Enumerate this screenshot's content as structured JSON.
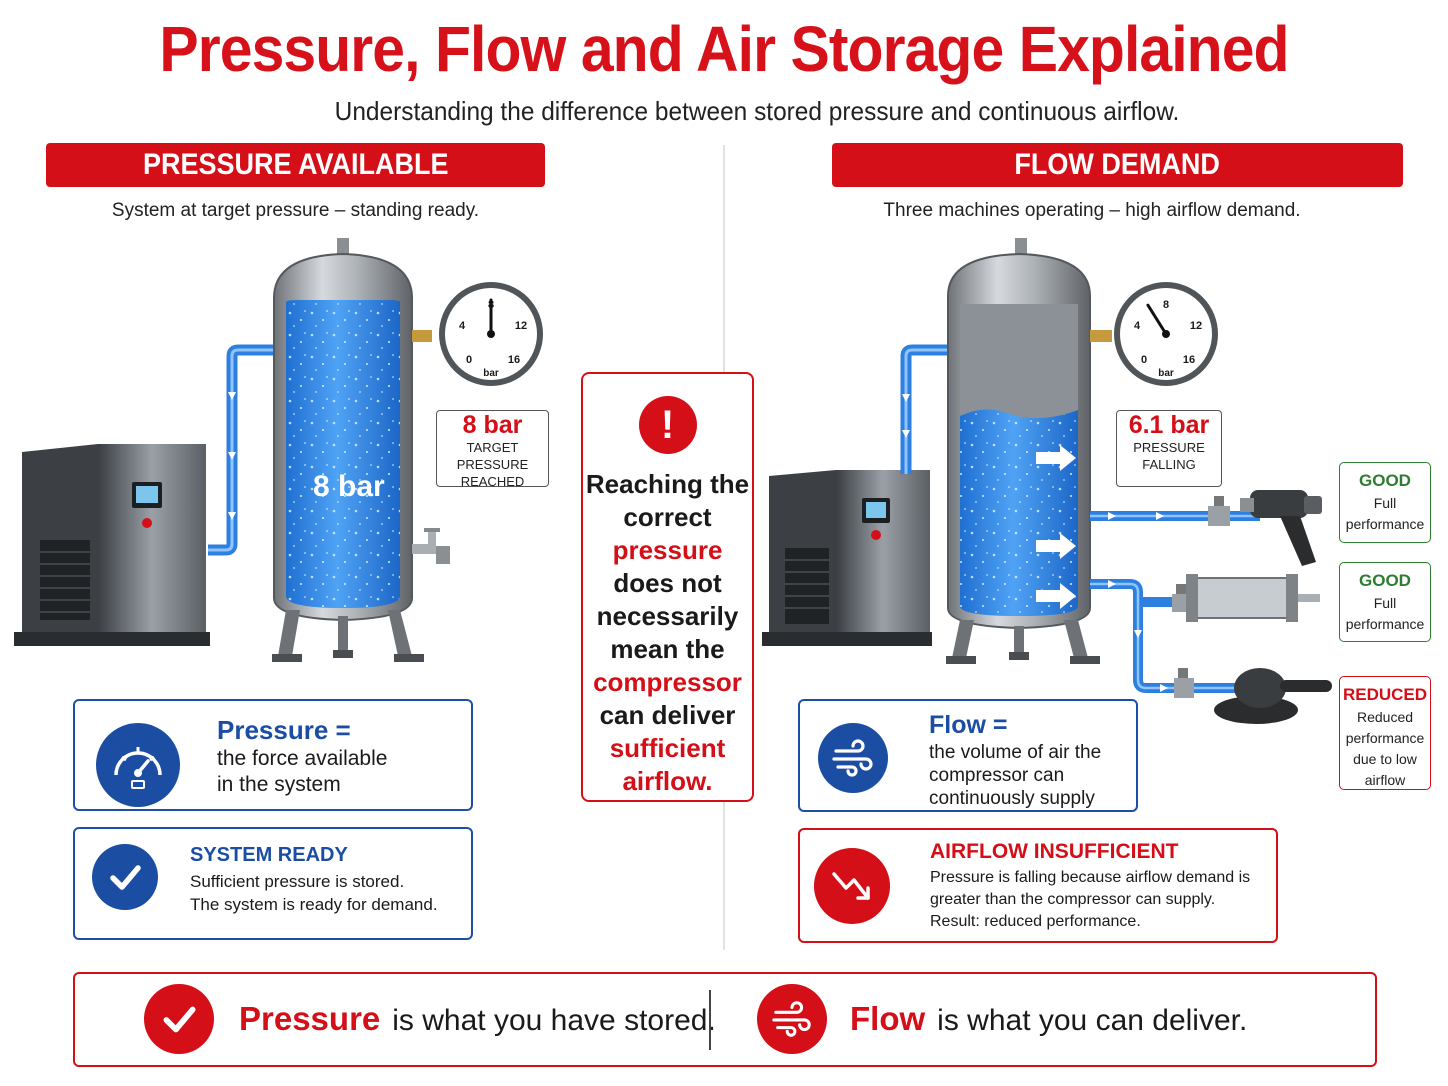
{
  "header": {
    "title": "Pressure, Flow and Air Storage Explained",
    "subtitle": "Understanding the difference between stored pressure and continuous airflow."
  },
  "left": {
    "banner": "PRESSURE AVAILABLE",
    "caption": "System at target pressure – standing ready.",
    "tank_label": "8 bar",
    "gauge": {
      "ticks": [
        "0",
        "4",
        "8",
        "12",
        "16"
      ],
      "unit": "bar",
      "reading": 8
    },
    "tag_value": "8 bar",
    "tag_line1": "TARGET PRESSURE",
    "tag_line2": "REACHED",
    "info1": {
      "title": "Pressure =",
      "line1": "the force available",
      "line2": "in the system"
    },
    "info2": {
      "title": "SYSTEM READY",
      "line1": "Sufficient pressure is stored.",
      "line2": "The system is ready for demand."
    }
  },
  "middle": {
    "line1": "Reaching the",
    "line2": "correct",
    "line3": "pressure",
    "line4": "does not",
    "line5": "necessarily",
    "line6": "mean the",
    "line7": "compressor",
    "line8": "can deliver",
    "line9": "sufficient",
    "line10": "airflow."
  },
  "right": {
    "banner": "FLOW DEMAND",
    "caption": "Three machines operating – high airflow demand.",
    "gauge": {
      "ticks": [
        "0",
        "4",
        "8",
        "12",
        "16"
      ],
      "unit": "bar",
      "reading": 6.1
    },
    "tag_value": "6.1 bar",
    "tag_line1": "PRESSURE",
    "tag_line2": "FALLING",
    "machines": [
      {
        "status": "GOOD",
        "line1": "Full",
        "line2": "performance",
        "line3": "",
        "line4": ""
      },
      {
        "status": "GOOD",
        "line1": "Full",
        "line2": "performance",
        "line3": "",
        "line4": ""
      },
      {
        "status": "REDUCED",
        "line1": "Reduced",
        "line2": "performance",
        "line3": "due to low",
        "line4": "airflow"
      }
    ],
    "info1": {
      "title": "Flow =",
      "line1": "the volume of air the",
      "line2": "compressor can",
      "line3": "continuously supply"
    },
    "info2": {
      "title": "AIRFLOW INSUFFICIENT",
      "line1": "Pressure is falling because airflow demand is",
      "line2": "greater than the compressor can supply.",
      "line3": "Result: reduced performance."
    }
  },
  "footer": {
    "left_bold": "Pressure",
    "left_rest": "is what you have stored.",
    "right_bold": "Flow",
    "right_rest": "is what you can deliver."
  },
  "colors": {
    "brand_red": "#d40f17",
    "brand_blue": "#1b4ea3",
    "good_green": "#2e7d32",
    "water_blue": "#2f86e8"
  }
}
